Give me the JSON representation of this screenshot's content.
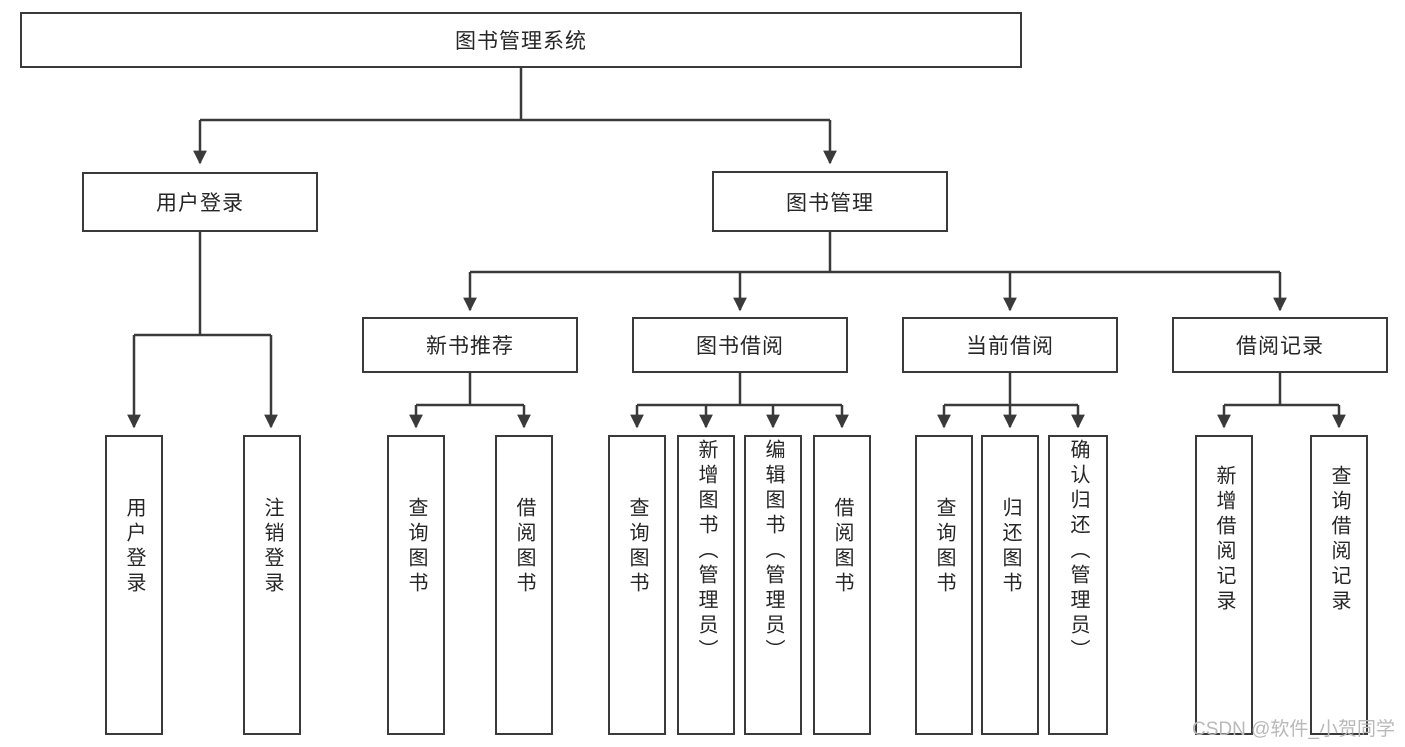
{
  "diagram": {
    "type": "tree",
    "title": "图书管理系统",
    "root": {
      "label": "图书管理系统"
    },
    "level1": [
      {
        "id": "user-login",
        "label": "用户登录"
      },
      {
        "id": "book-manage",
        "label": "图书管理"
      }
    ],
    "level2": [
      {
        "id": "new-book-recommend",
        "label": "新书推荐",
        "parent": "book-manage"
      },
      {
        "id": "book-borrow",
        "label": "图书借阅",
        "parent": "book-manage"
      },
      {
        "id": "current-borrow",
        "label": "当前借阅",
        "parent": "book-manage"
      },
      {
        "id": "borrow-record",
        "label": "借阅记录",
        "parent": "book-manage"
      }
    ],
    "leaves": [
      {
        "id": "leaf-user-login",
        "label": "用户登录",
        "parent": "user-login"
      },
      {
        "id": "leaf-logout",
        "label": "注销登录",
        "parent": "user-login"
      },
      {
        "id": "leaf-query-book-1",
        "label": "查询图书",
        "parent": "new-book-recommend"
      },
      {
        "id": "leaf-borrow-book-1",
        "label": "借阅图书",
        "parent": "new-book-recommend"
      },
      {
        "id": "leaf-query-book-2",
        "label": "查询图书",
        "parent": "book-borrow"
      },
      {
        "id": "leaf-add-book",
        "label": "新增图书（管理员）",
        "parent": "book-borrow"
      },
      {
        "id": "leaf-edit-book",
        "label": "编辑图书（管理员）",
        "parent": "book-borrow"
      },
      {
        "id": "leaf-borrow-book-2",
        "label": "借阅图书",
        "parent": "book-borrow"
      },
      {
        "id": "leaf-query-book-3",
        "label": "查询图书",
        "parent": "current-borrow"
      },
      {
        "id": "leaf-return-book",
        "label": "归还图书",
        "parent": "current-borrow"
      },
      {
        "id": "leaf-confirm-return",
        "label": "确认归还（管理员）",
        "parent": "current-borrow"
      },
      {
        "id": "leaf-add-record",
        "label": "新增借阅记录",
        "parent": "borrow-record"
      },
      {
        "id": "leaf-query-record",
        "label": "查询借阅记录",
        "parent": "borrow-record"
      }
    ],
    "colors": {
      "stroke": "#3a3a3a",
      "text": "#262626",
      "background": "#ffffff",
      "watermark": "#b9b9b9"
    }
  },
  "watermark": {
    "text": "CSDN @软件_小贺同学"
  }
}
